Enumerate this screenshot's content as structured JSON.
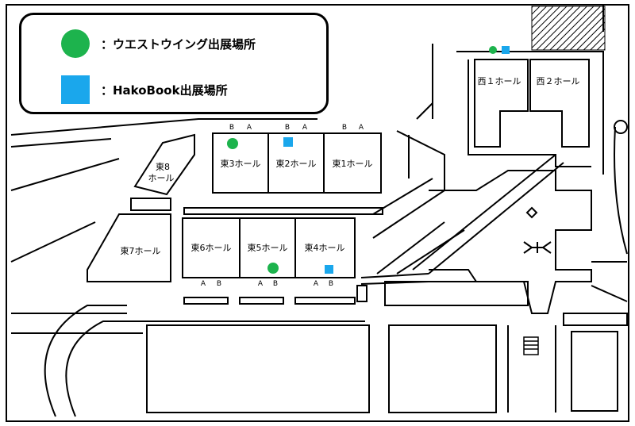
{
  "legend": {
    "westwing_label": "：ウエストウイング出展場所",
    "hakobook_label": "：HakoBook出展場所",
    "westwing_color": "#1db34d",
    "hakobook_color": "#1aa7ec"
  },
  "halls": {
    "east1": "東1ホール",
    "east2": "東2ホール",
    "east3": "東3ホール",
    "east4": "東4ホール",
    "east5": "東5ホール",
    "east6": "東6ホール",
    "east7": "東7ホール",
    "east8_line1": "東8",
    "east8_line2": "ホール",
    "west1": "西１ホール",
    "west2": "西２ホール"
  },
  "gates": {
    "a": "A",
    "b": "B"
  },
  "markers": [
    {
      "type": "westwing",
      "hall": "東3ホール",
      "gate": "B"
    },
    {
      "type": "hakobook",
      "hall": "東2ホール",
      "gate": "B"
    },
    {
      "type": "westwing",
      "hall": "東5ホール",
      "gate": "B"
    },
    {
      "type": "hakobook",
      "hall": "東4ホール",
      "gate": "B"
    },
    {
      "type": "westwing",
      "hall": "西１ホール"
    },
    {
      "type": "hakobook",
      "hall": "西１ホール"
    }
  ]
}
